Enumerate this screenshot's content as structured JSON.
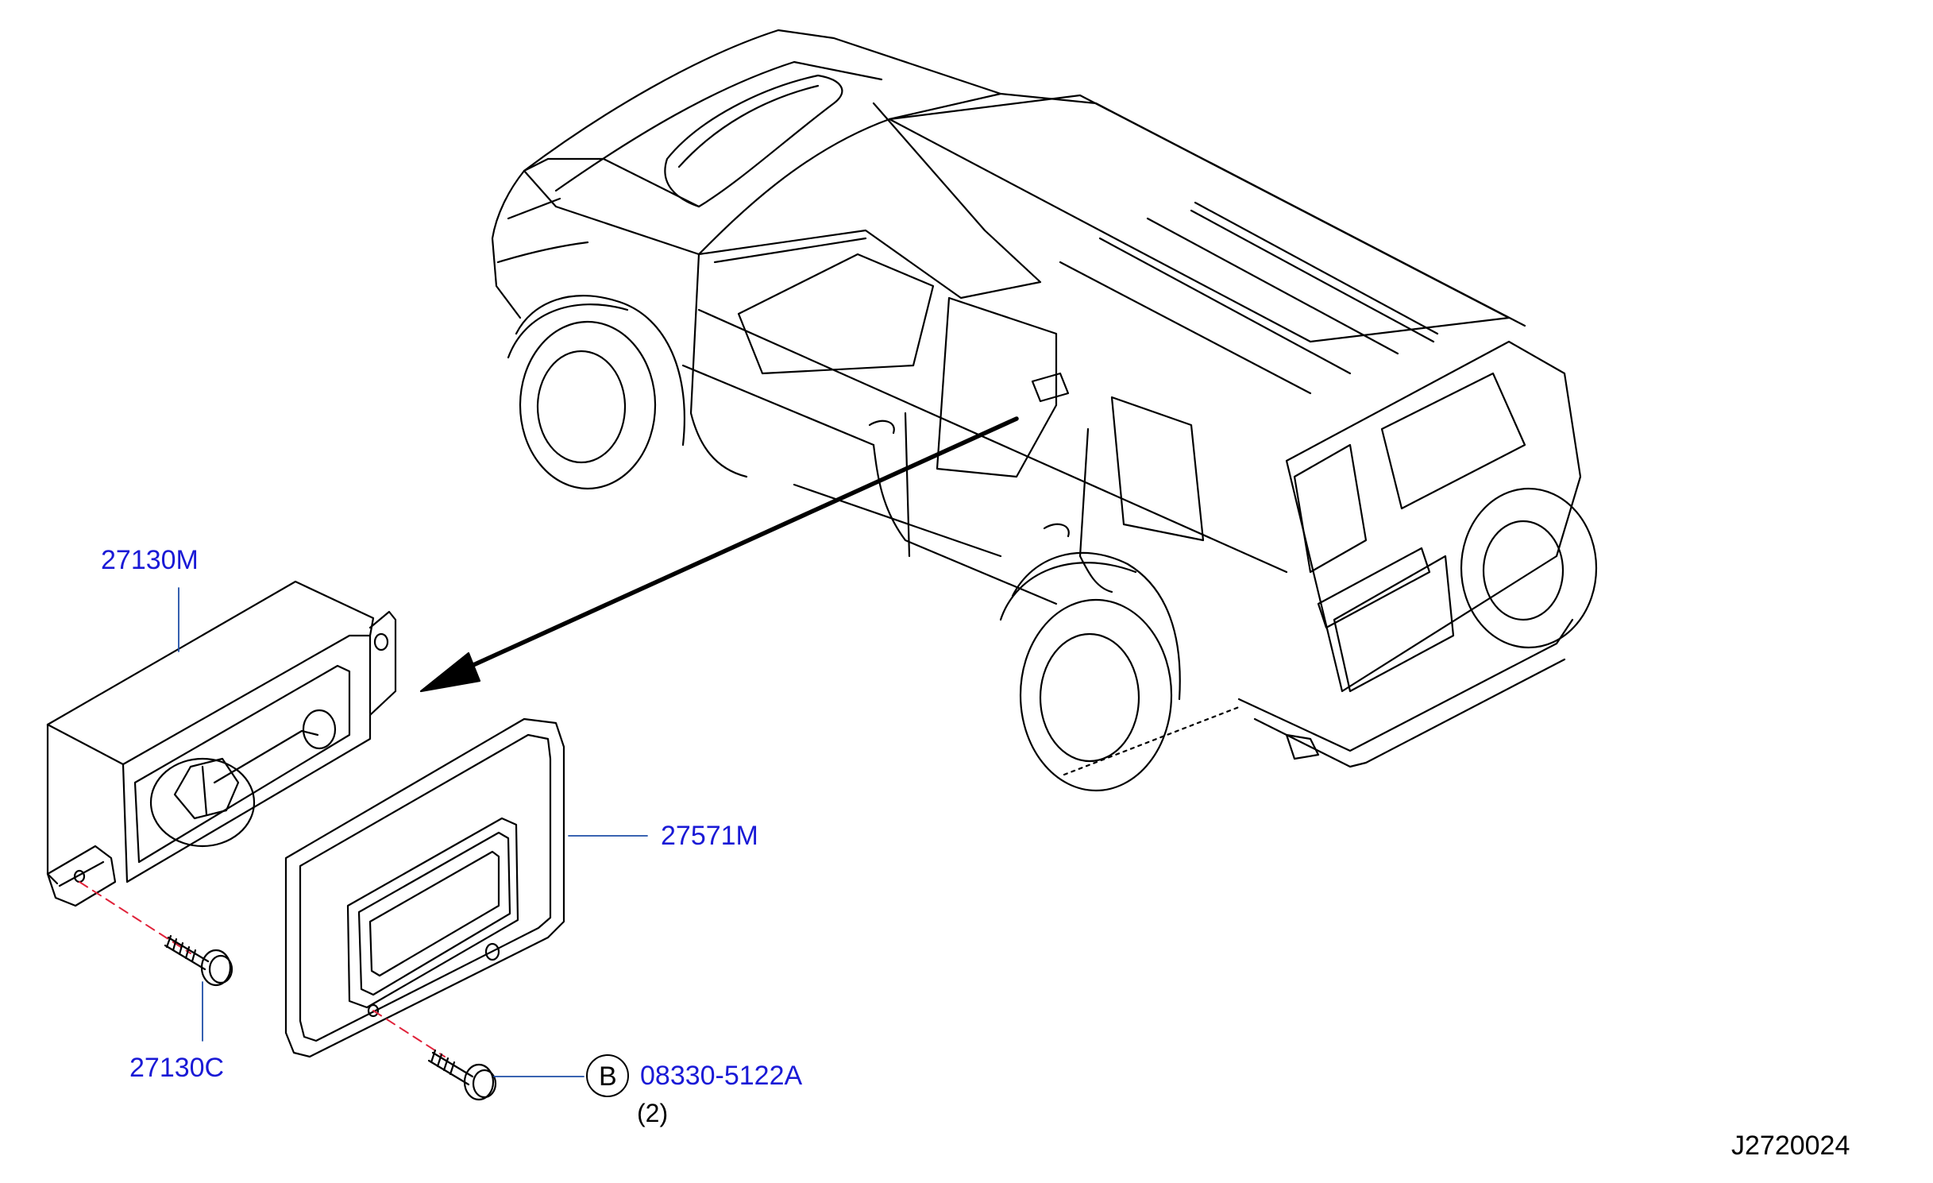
{
  "colors": {
    "part_label": "#1a1ad6",
    "ink": "#000000",
    "leader": "#1f4fa8",
    "dash": "#e0223a"
  },
  "callouts": [
    {
      "id": "27130m",
      "text": "27130M"
    },
    {
      "id": "27571m",
      "text": "27571M"
    },
    {
      "id": "27130c",
      "text": "27130C"
    },
    {
      "id": "08330",
      "text": "08330-5122A"
    }
  ],
  "marker": {
    "letter": "B",
    "qty": "(2)"
  },
  "diagram_id": "J2720024"
}
